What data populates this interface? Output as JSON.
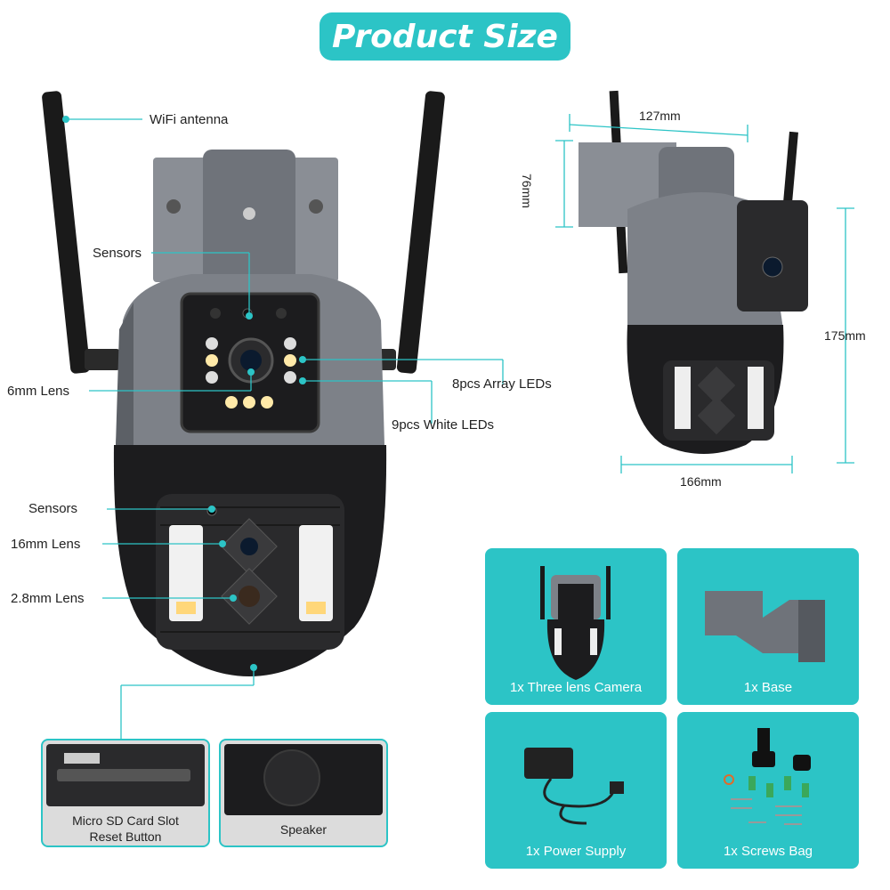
{
  "title": "Product Size",
  "callouts": {
    "wifi_antenna": "WiFi antenna",
    "sensors_top": "Sensors",
    "lens_6mm": "6mm Lens",
    "array_leds": "8pcs Array LEDs",
    "white_leds": "9pcs White LEDs",
    "sensors_bottom": "Sensors",
    "lens_16mm": "16mm Lens",
    "lens_2_8mm": "2.8mm Lens"
  },
  "dimensions": {
    "width_top": "127mm",
    "height_left": "76mm",
    "height_right": "175mm",
    "width_bottom": "166mm"
  },
  "detail_cards": [
    {
      "label_line1": "Micro SD Card Slot",
      "label_line2": "Reset Button"
    },
    {
      "label_line1": "Speaker"
    }
  ],
  "package_items": [
    {
      "label": "1x Three lens Camera"
    },
    {
      "label": "1x Base"
    },
    {
      "label": "1x Power Supply"
    },
    {
      "label": "1x Screws Bag"
    }
  ],
  "colors": {
    "accent": "#2cc4c6",
    "camera_grey": "#7d8188",
    "camera_black": "#1c1c1e"
  }
}
